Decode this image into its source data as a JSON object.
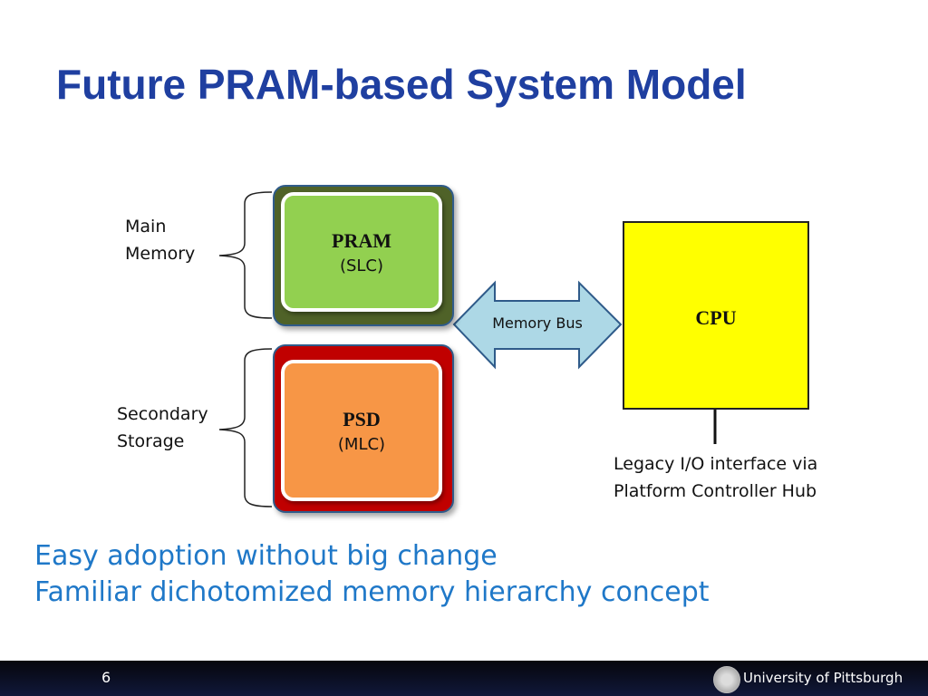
{
  "slide": {
    "title": "Future PRAM-based System Model",
    "page_number": "6",
    "university": "University of Pittsburgh"
  },
  "diagram": {
    "main_memory_label_line1": "Main",
    "main_memory_label_line2": "Memory",
    "secondary_storage_label_line1": "Secondary",
    "secondary_storage_label_line2": "Storage",
    "pram": {
      "title": "PRAM",
      "subtitle": "(SLC)"
    },
    "psd": {
      "title": "PSD",
      "subtitle": "(MLC)"
    },
    "bus_label": "Memory Bus",
    "cpu_label": "CPU",
    "legacy_line1": "Legacy I/O interface via",
    "legacy_line2": "Platform Controller Hub"
  },
  "bullets": [
    "Easy adoption without big change",
    "Familiar dichotomized memory hierarchy concept"
  ],
  "colors": {
    "title": "#1f3fa0",
    "pram_outer": "#4f6228",
    "pram_inner": "#92d050",
    "psd_outer": "#c00000",
    "psd_inner": "#f79646",
    "cpu": "#ffff00",
    "bus": "#add8e6",
    "bullet_text": "#1f78c8"
  }
}
